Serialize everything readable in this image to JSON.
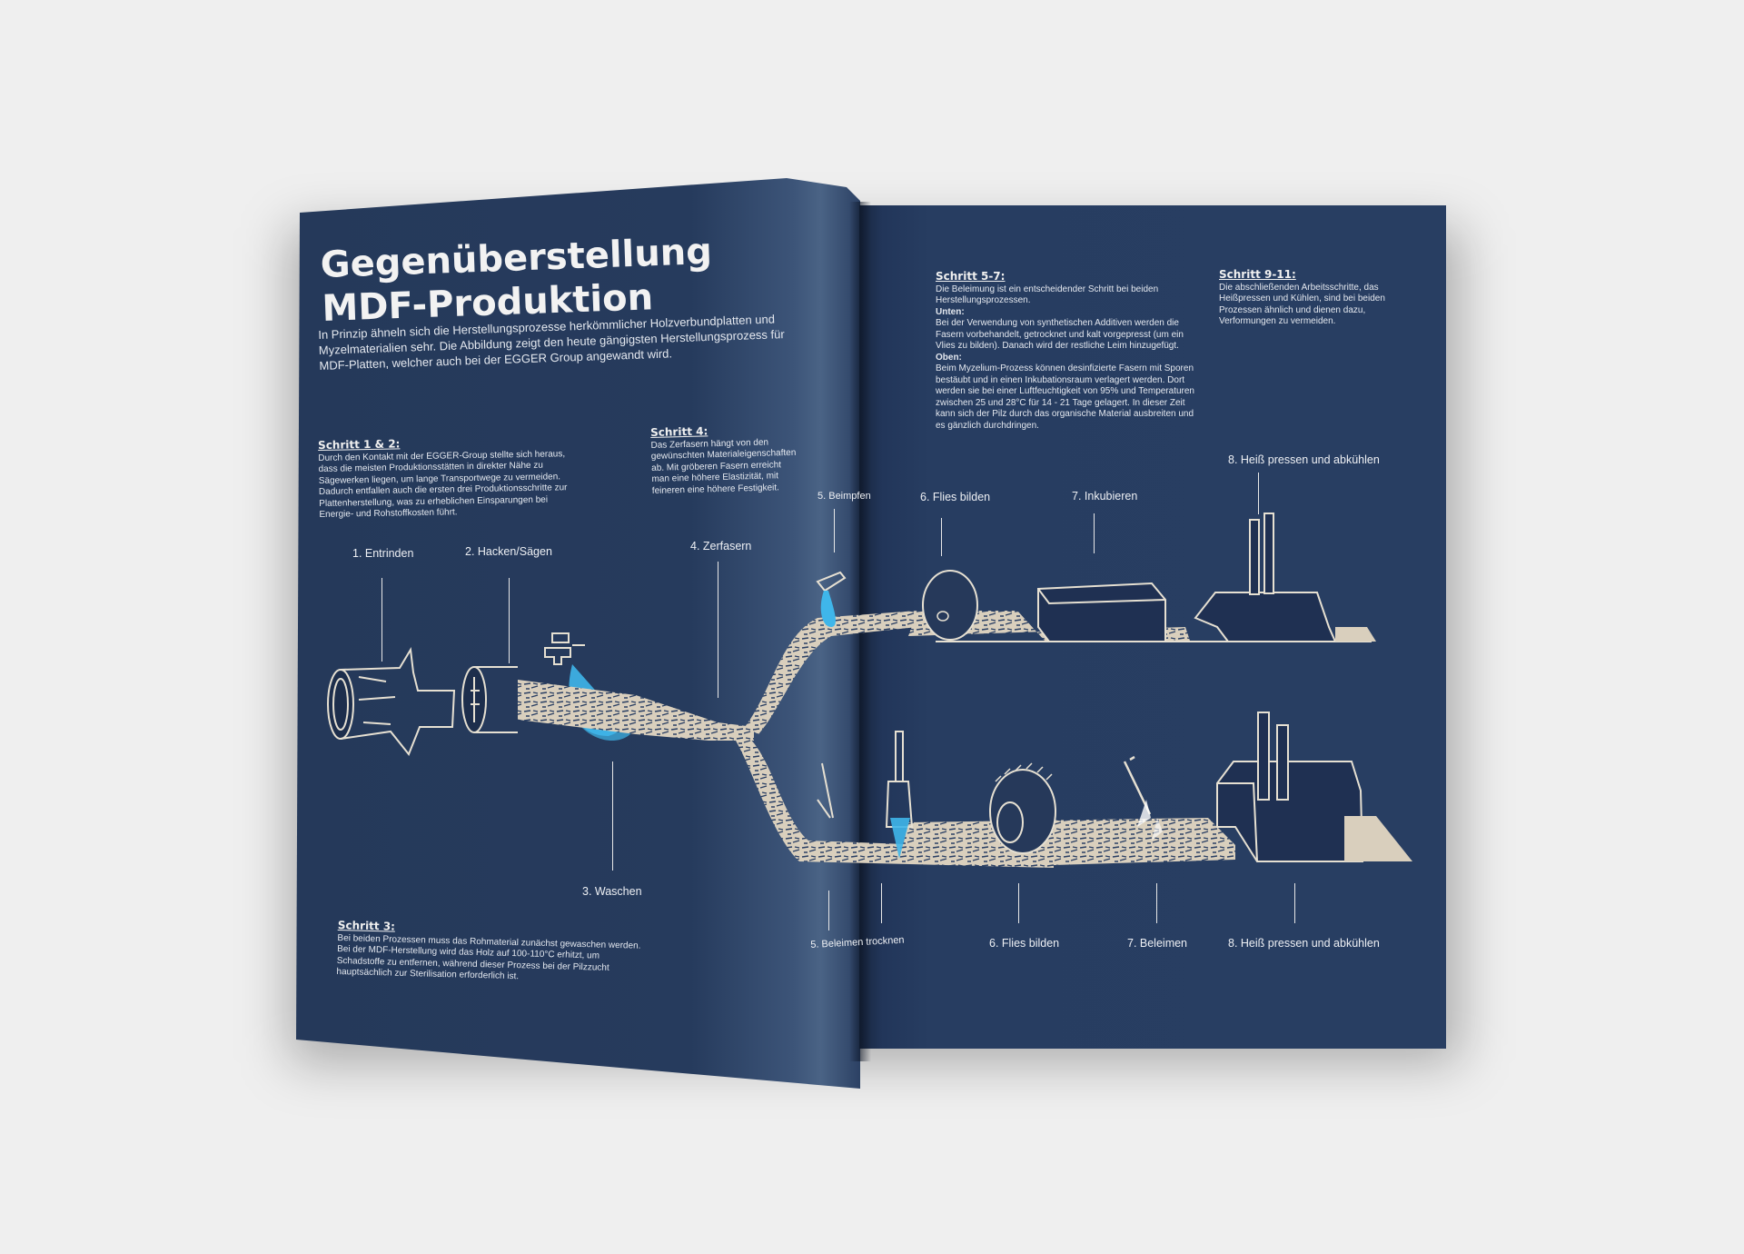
{
  "title": "Gegenüberstellung MDF-Produktion",
  "intro": "In Prinzip ähneln sich die Herstellungsprozesse herkömmlicher Holzverbundplatten und Myzelmaterialien sehr. Die Abbildung zeigt den heute gängigsten Herstellungsprozess für MDF-Platten, welcher auch bei der EGGER Group angewandt wird.",
  "steps": {
    "s12": {
      "heading": "Schritt 1 & 2:",
      "text": "Durch den Kontakt mit der EGGER-Group stellte sich heraus, dass die meisten Produktionsstätten in direkter Nähe zu Sägewerken liegen, um lange Transportwege zu vermeiden. Dadurch entfallen auch die ersten drei Produktionsschritte zur Plattenherstellung, was zu erheblichen Einsparungen bei Energie- und Rohstoffkosten führt."
    },
    "s4": {
      "heading": "Schritt 4:",
      "text": "Das Zerfasern hängt von den gewünschten Materialeigenschaften ab. Mit gröberen Fasern erreicht man eine höhere Elastizität, mit feineren eine höhere Festigkeit."
    },
    "s3": {
      "heading": "Schritt 3:",
      "text": "Bei beiden Prozessen muss das Rohmaterial zunächst gewaschen werden. Bei der MDF-Herstellung wird das Holz auf 100-110°C erhitzt, um Schadstoffe zu entfernen, während dieser Prozess bei der Pilzzucht hauptsächlich zur Sterilisation erforderlich ist."
    },
    "s57": {
      "heading": "Schritt 5-7:",
      "intro": "Die Beleimung ist ein entscheidender Schritt bei beiden Herstellungsprozessen.",
      "unten_label": "Unten:",
      "unten": "Bei der Verwendung von synthetischen Additiven werden die Fasern vorbehandelt, getrocknet und kalt vorgepresst (um ein Vlies zu bilden). Danach wird der restliche Leim hinzugefügt.",
      "oben_label": "Oben:",
      "oben": "Beim Myzelium-Prozess können desinfizierte Fasern mit Sporen bestäubt und in einen Inkubationsraum verlagert werden. Dort werden sie bei einer Luftfeuchtigkeit von 95% und Temperaturen zwischen 25 und 28°C für 14 - 21 Tage gelagert. In dieser Zeit kann sich der Pilz durch das organische Material ausbreiten und es gänzlich durchdringen."
    },
    "s911": {
      "heading": "Schritt 9-11:",
      "text": "Die abschließenden Arbeitsschritte, das Heißpressen und Kühlen, sind bei beiden Prozessen ähnlich und dienen dazu, Verformungen zu vermeiden."
    }
  },
  "labels": {
    "entrinden": "1. Entrinden",
    "hacken": "2. Hacken/Sägen",
    "waschen": "3. Waschen",
    "zerfasern": "4. Zerfasern",
    "beimpfen": "5. Beimpfen",
    "top_flies": "6. Flies bilden",
    "top_inkubieren": "7. Inkubieren",
    "top_press": "8. Heiß pressen und abkühlen",
    "bottom_beleimen_trocknen": "5. Beleimen trocknen",
    "bottom_flies": "6. Flies bilden",
    "bottom_beleimen": "7. Beleimen",
    "bottom_press": "8. Heiß pressen und abkühlen"
  },
  "colors": {
    "page": "#273d61",
    "fiber": "#d9cfbd",
    "water": "#3fb6ea",
    "background": "#efefef"
  }
}
